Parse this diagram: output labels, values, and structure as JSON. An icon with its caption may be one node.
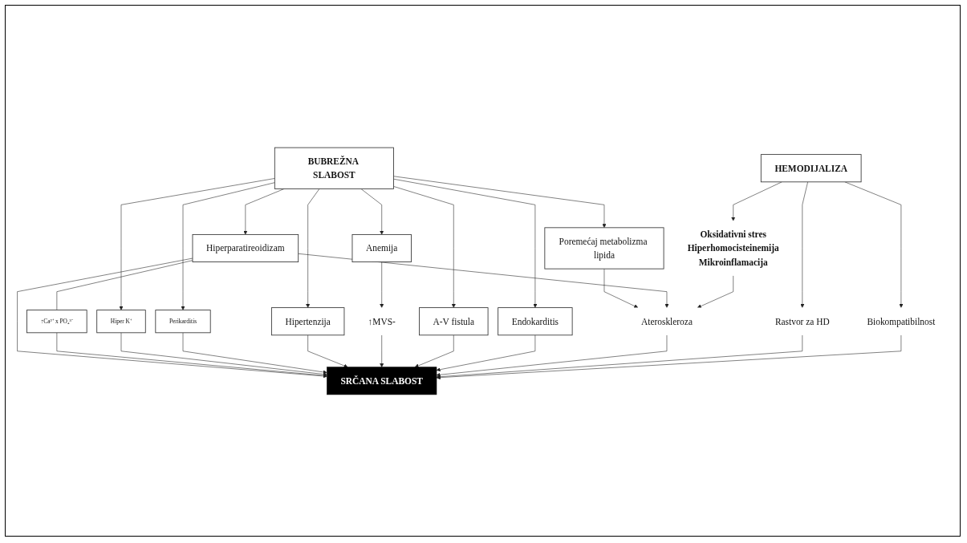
{
  "diagram": {
    "nodes": [
      {
        "text": [
          "Poremećaj metabolizma lipida"
        ]
      },
      {
        "text": [
          "Anemija"
        ]
      },
      {
        "text": [
          "↑MVS-"
        ]
      },
      {
        "text": [
          "BUBREŽNA SLABOST"
        ]
      },
      {
        "text": [
          "A-V fistula"
        ]
      },
      {
        "text": [
          "Endokarditis"
        ]
      },
      {
        "text": [
          "Hiperparatireoidizam"
        ]
      },
      {
        "text": [
          "Hiper K⁺"
        ]
      },
      {
        "text": [
          "Perikarditis"
        ]
      },
      {
        "text": [
          "Hipertenzija"
        ]
      },
      {
        "text": [
          "↑Ca²⁺ x PO₄³⁻"
        ]
      },
      {
        "text": [
          "SRČANA SLABOST"
        ]
      },
      {
        "text": [
          "Ateroskleroza"
        ]
      },
      {
        "text": [
          "Rastvor za HD"
        ]
      },
      {
        "text": [
          "Biokompatibilnost"
        ]
      },
      {
        "text": [
          "Oksidativni stres",
          "Hiperhomocisteinemija",
          "Mikroinflamacija"
        ]
      },
      {
        "text": [
          "HEMODIJALIZA"
        ]
      }
    ],
    "edges": [
      {
        "from": 3,
        "to": 1,
        "arrow": "to"
      },
      {
        "from": 1,
        "to": 2,
        "arrow": "to"
      },
      {
        "from": 3,
        "to": 0,
        "arrow": "to"
      },
      {
        "from": 3,
        "to": 6,
        "arrow": "to"
      },
      {
        "from": 3,
        "to": 4,
        "arrow": "to"
      },
      {
        "from": 3,
        "to": 5,
        "arrow": "to"
      },
      {
        "from": 3,
        "to": 7,
        "arrow": "to"
      },
      {
        "from": 3,
        "to": 8,
        "arrow": "to"
      },
      {
        "from": 3,
        "to": 9,
        "arrow": "to"
      },
      {
        "from": 0,
        "to": 12,
        "arrow": "to"
      },
      {
        "from": 6,
        "to": 12,
        "arrow": "to"
      },
      {
        "from": 6,
        "to": 10,
        "arrow": "none"
      },
      {
        "from": 6,
        "to": 11,
        "arrow": "to"
      },
      {
        "from": 10,
        "to": 11,
        "arrow": "to"
      },
      {
        "from": 7,
        "to": 11,
        "arrow": "to"
      },
      {
        "from": 8,
        "to": 11,
        "arrow": "to"
      },
      {
        "from": 9,
        "to": 11,
        "arrow": "to"
      },
      {
        "from": 2,
        "to": 11,
        "arrow": "to"
      },
      {
        "from": 4,
        "to": 11,
        "arrow": "to"
      },
      {
        "from": 5,
        "to": 11,
        "arrow": "to"
      },
      {
        "from": 12,
        "to": 11,
        "arrow": "to"
      },
      {
        "from": 13,
        "to": 11,
        "arrow": "to"
      },
      {
        "from": 14,
        "to": 11,
        "arrow": "to"
      },
      {
        "from": 16,
        "to": 13,
        "arrow": "to"
      },
      {
        "from": 16,
        "to": 14,
        "arrow": "to"
      },
      {
        "from": 16,
        "to": 15,
        "arrow": "to"
      },
      {
        "from": 15,
        "to": 12,
        "arrow": "to"
      }
    ]
  }
}
